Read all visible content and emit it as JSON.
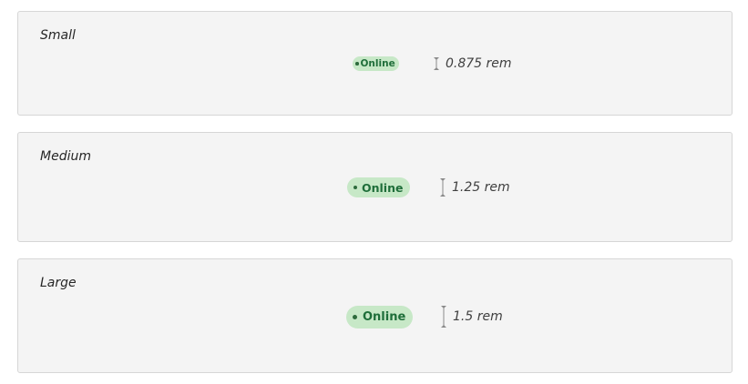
{
  "variants": [
    {
      "title": "Small",
      "tag": {
        "label": "Online",
        "status_color": "#c7e8c7",
        "text_color": "#1f6e3a"
      },
      "height_value": "0.875 rem",
      "icon": "height-measure-icon"
    },
    {
      "title": "Medium",
      "tag": {
        "label": "Online",
        "status_color": "#c7e8c7",
        "text_color": "#1f6e3a"
      },
      "height_value": "1.25 rem",
      "icon": "height-measure-icon"
    },
    {
      "title": "Large",
      "tag": {
        "label": "Online",
        "status_color": "#c7e8c7",
        "text_color": "#1f6e3a"
      },
      "height_value": "1.5 rem",
      "icon": "height-measure-icon"
    }
  ]
}
